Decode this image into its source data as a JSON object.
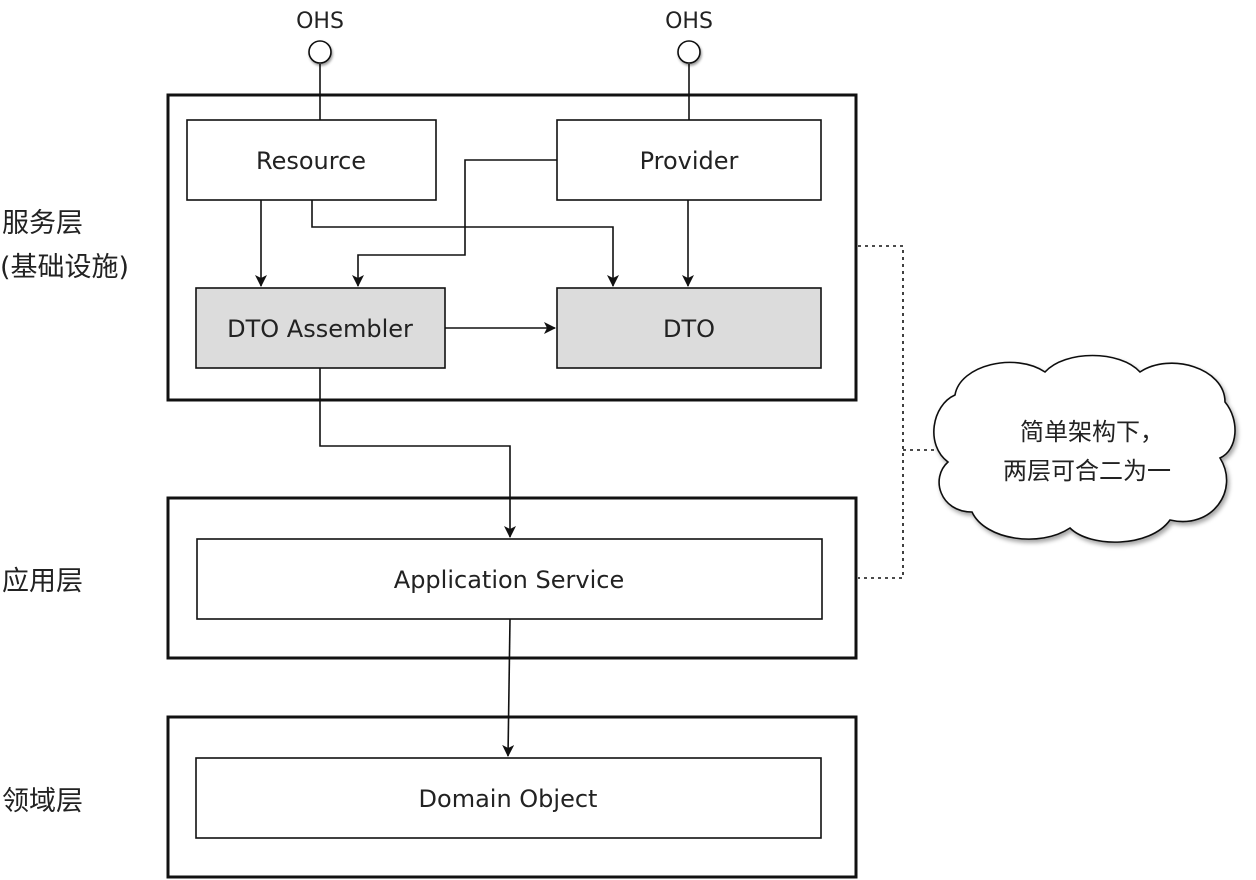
{
  "layers": {
    "service": {
      "label_line1": "服务层",
      "label_line2": "(基础设施)"
    },
    "application": {
      "label": "应用层"
    },
    "domain": {
      "label": "领域层"
    }
  },
  "components": {
    "resource": "Resource",
    "provider": "Provider",
    "dto_assembler": "DTO Assembler",
    "dto": "DTO",
    "application_service": "Application Service",
    "domain_object": "Domain Object"
  },
  "interfaces": {
    "resource_ohs": "OHS",
    "provider_ohs": "OHS"
  },
  "note": {
    "line1": "简单架构下，",
    "line2": "两层可合二为一"
  },
  "colors": {
    "line": "#111111",
    "shaded_fill": "#dcdcdc",
    "box_fill": "#ffffff"
  }
}
